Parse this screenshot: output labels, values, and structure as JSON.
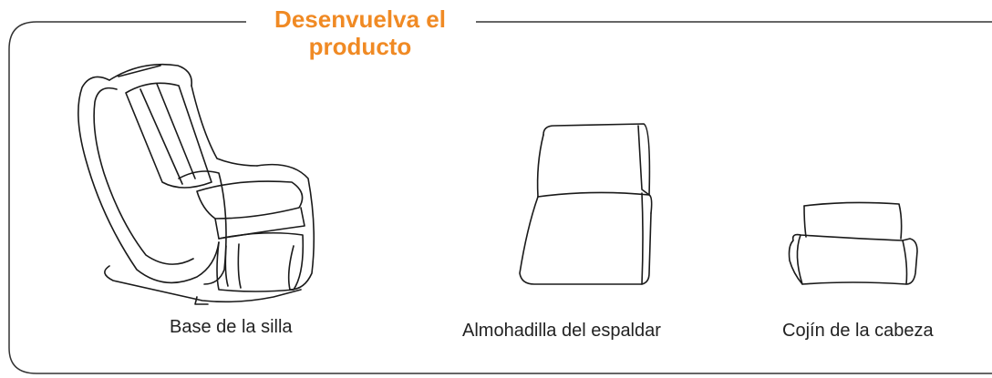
{
  "section": {
    "title_line1": "Desenvuelva el",
    "title_line2": "producto",
    "accent_color": "#f08a24",
    "border_color": "#333333"
  },
  "items": [
    {
      "label": "Base de la silla",
      "icon": "massage-chair-base-icon"
    },
    {
      "label": "Almohadilla del espaldar",
      "icon": "backrest-pad-icon"
    },
    {
      "label": "Cojín de la cabeza",
      "icon": "head-cushion-icon"
    }
  ]
}
